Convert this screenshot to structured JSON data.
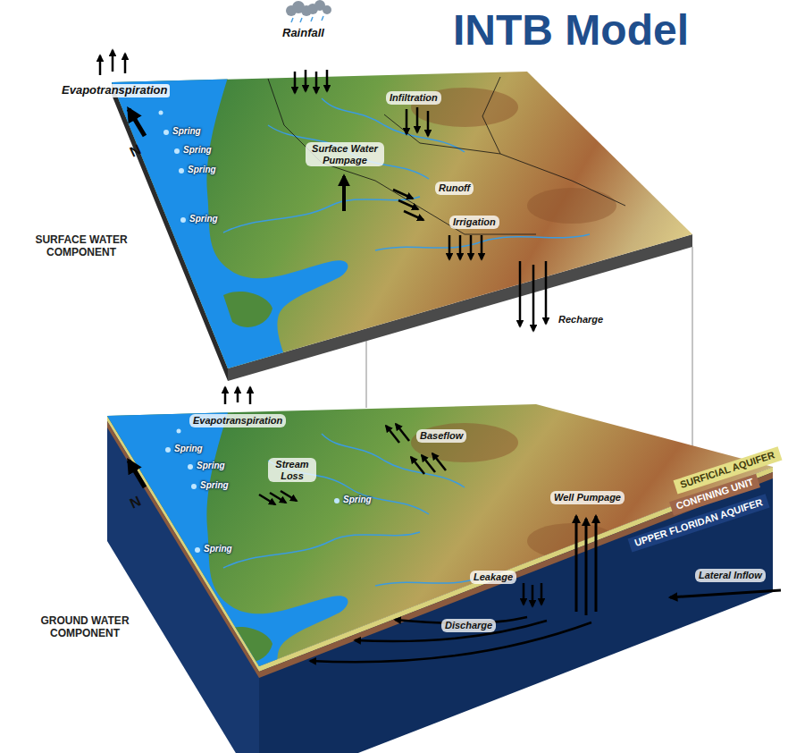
{
  "diagram": {
    "title": "INTB Model",
    "nodes": [
      {
        "text": [
          "SURFICIAL AQUIFER"
        ]
      },
      {
        "text": [
          "CONFINING UNIT"
        ]
      },
      {
        "text": [
          "UPPER FLORIDAN AQUIFER"
        ]
      }
    ],
    "labels": [
      "Evapotranspiration",
      "Rainfall",
      "Infiltration",
      "Spring",
      "Spring",
      "Spring",
      "Spring",
      "Surface Water Pumpage",
      "Runoff",
      "Irrigation",
      "Recharge",
      "SURFACE WATER COMPONENT",
      "N",
      "Evapotranspiration",
      "Baseflow",
      "Spring",
      "Spring",
      "Spring",
      "Spring",
      "Spring",
      "Stream Loss",
      "Well Pumpage",
      "Leakage",
      "Discharge",
      "Lateral Inflow",
      "GROUND WATER COMPONENT",
      "N"
    ]
  }
}
